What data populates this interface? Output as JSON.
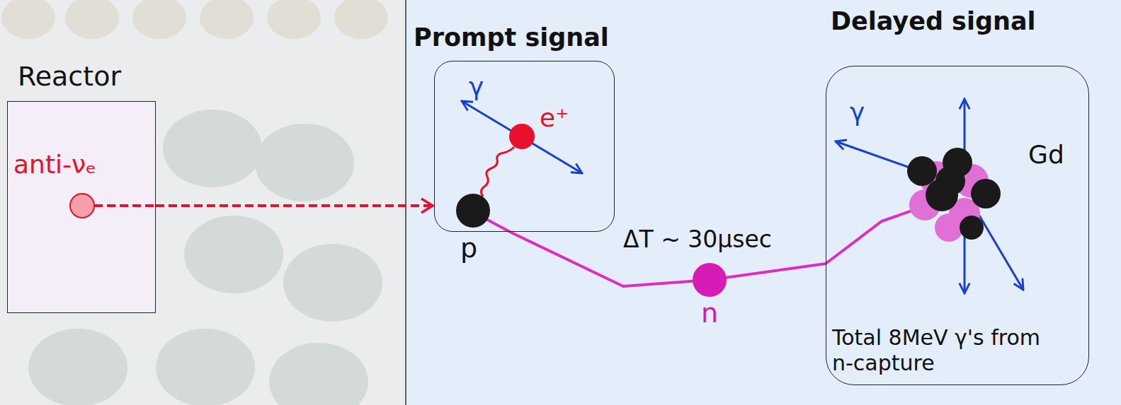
{
  "diagram": {
    "nodes": [
      {
        "text": [
          "Reactor",
          "anti-νₑ"
        ]
      },
      {
        "text": [
          "Prompt signal"
        ]
      },
      {
        "text": [
          "Delayed signal",
          "Total 8MeV γ's from n-capture"
        ]
      }
    ],
    "edges": [
      {
        "from": 0,
        "to": 1,
        "arrow": "to"
      },
      {
        "from": 1,
        "to": 2,
        "arrow": "none",
        "label": "ΔT ~ 30μsec"
      }
    ],
    "labels": [
      "γ",
      "e⁺",
      "p",
      "n",
      "γ",
      "Gd"
    ]
  }
}
